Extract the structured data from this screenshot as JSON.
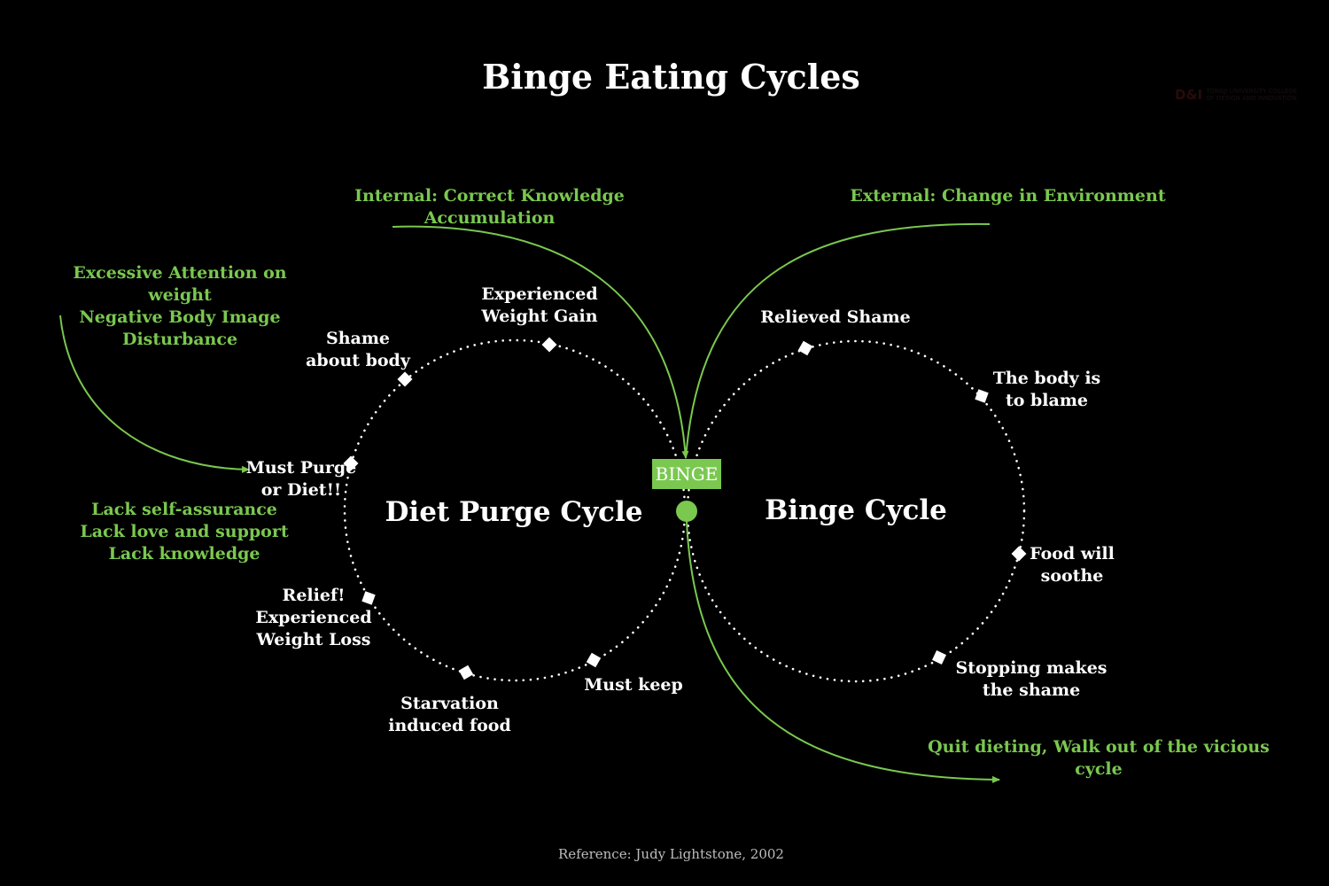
{
  "title": "Binge Eating Cycles",
  "reference": "Reference: Judy Lightstone, 2002",
  "logo": {
    "mark": "D&I",
    "text": "TONGJI UNIVERSITY COLLEGE OF DESIGN AND INNOVATION"
  },
  "colors": {
    "accent": "#7ac84f",
    "background": "#000000",
    "text": "#ffffff"
  },
  "center": {
    "binge_label": "BINGE"
  },
  "cycles": {
    "diet_purge": {
      "title": "Diet Purge Cycle",
      "steps": [
        "Experienced\nWeight Gain",
        "Shame\nabout body",
        "Must Purge\nor Diet!!",
        "Relief!\nExperienced\nWeight Loss",
        "Starvation\ninduced food",
        "Must keep"
      ]
    },
    "binge": {
      "title": "Binge Cycle",
      "steps": [
        "Relieved Shame",
        "The body is\nto blame",
        "Food will\nsoothe",
        "Stopping makes\nthe shame"
      ]
    }
  },
  "influences": {
    "internal": "Internal: Correct Knowledge Accumulation",
    "external": "External: Change in Environment",
    "left_top": "Excessive Attention on\nweight\nNegative Body Image\nDisturbance",
    "left_bottom": "Lack self-assurance\nLack love and support\nLack knowledge",
    "exit": "Quit dieting, Walk out of the vicious cycle"
  }
}
